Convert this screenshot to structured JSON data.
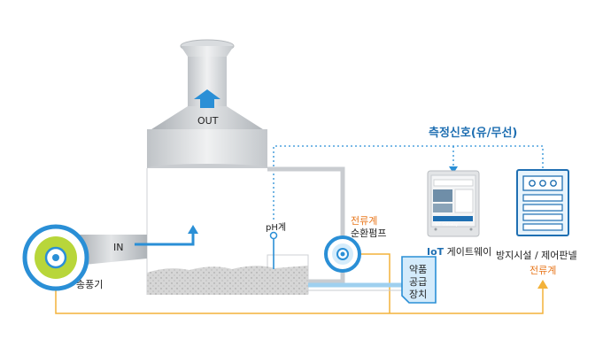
{
  "labels": {
    "out": "OUT",
    "in": "IN",
    "ph_meter": "pH계",
    "current_meter_pump": "전류계",
    "circulation_pump": "순환펌프",
    "blower": "송풍기",
    "chemical_supply": [
      "약품",
      "공급",
      "장치"
    ],
    "measurement_signal": "측정신호(유/무선)",
    "iot_prefix": "IoT",
    "iot_gateway": "게이트웨이",
    "control_panel": "방지시설 / 제어판넬",
    "current_meter_panel": "전류계",
    "device_brand": "IoT Gateway"
  },
  "colors": {
    "blue_accent": "#2a8fd6",
    "orange_line": "#f3b23a",
    "label_orange": "#e8781e",
    "panel_blue": "#1f6fb2",
    "blower_green": "#b8d63a"
  }
}
